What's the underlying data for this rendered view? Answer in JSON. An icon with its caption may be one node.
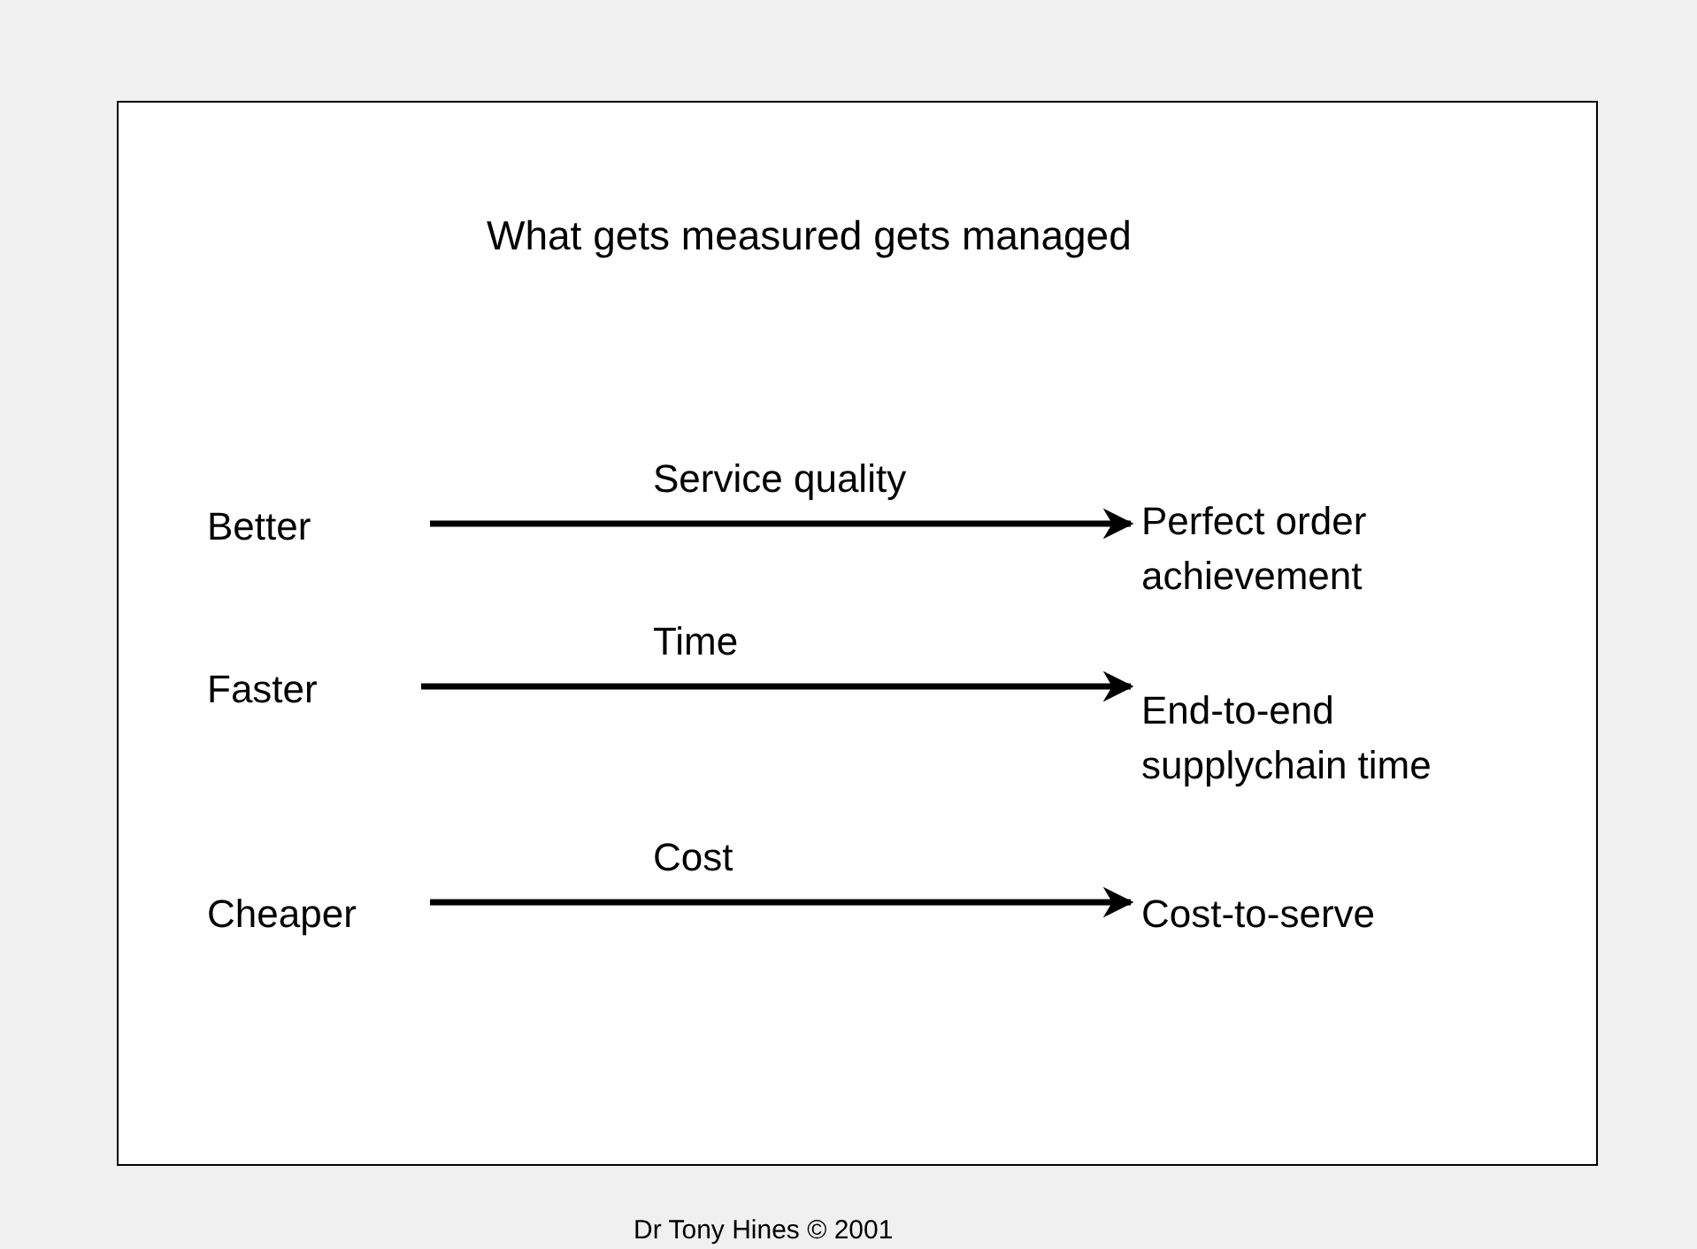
{
  "diagram": {
    "title": "What gets measured gets managed",
    "caption": "Dr Tony Hines © 2001",
    "nodes": [
      {
        "text": [
          "Better"
        ]
      },
      {
        "text": [
          "Perfect order achievement"
        ]
      },
      {
        "text": [
          "Faster"
        ]
      },
      {
        "text": [
          "End-to-end supplychain time"
        ]
      },
      {
        "text": [
          "Cheaper"
        ]
      },
      {
        "text": [
          "Cost-to-serve"
        ]
      }
    ],
    "edges": [
      {
        "from": 0,
        "to": 1,
        "arrow": "to",
        "label": "Service quality"
      },
      {
        "from": 2,
        "to": 3,
        "arrow": "to",
        "label": "Time"
      },
      {
        "from": 4,
        "to": 5,
        "arrow": "to",
        "label": "Cost"
      }
    ]
  }
}
